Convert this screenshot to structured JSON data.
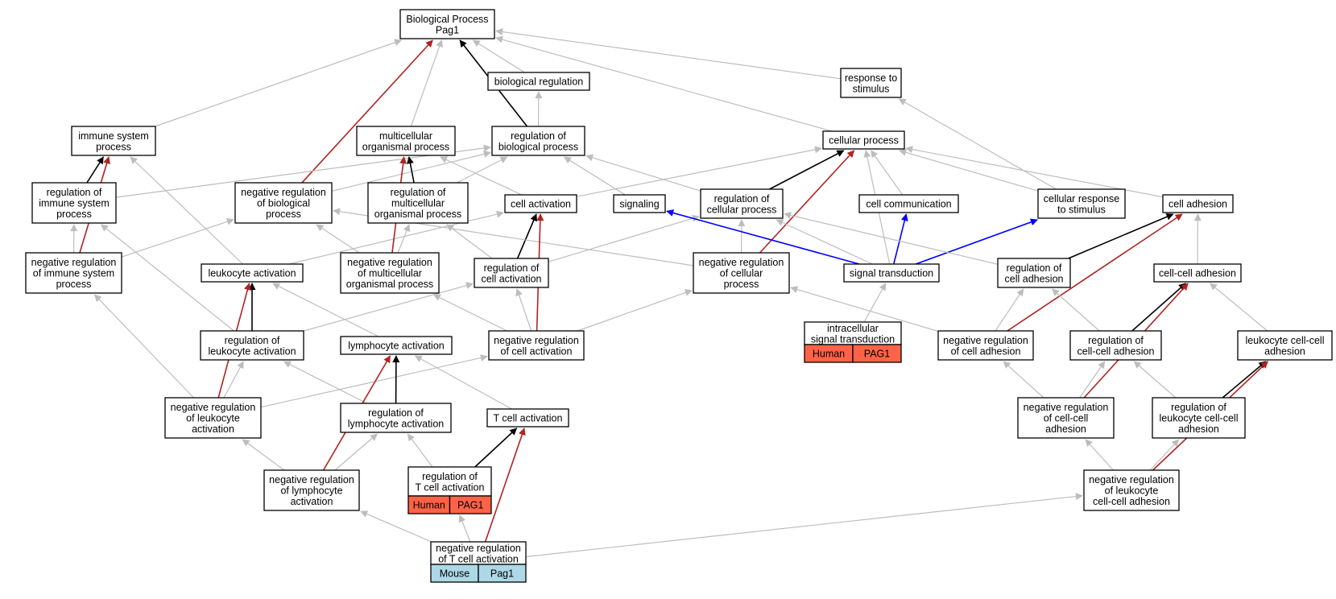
{
  "colors": {
    "default_edge": "#bdbdbd",
    "is_a_edge": "#000000",
    "negative_regulation_edge": "#b22222",
    "positive_link_edge": "#0000ff",
    "human_annotation": "#ff6347",
    "mouse_annotation": "#add8e6"
  },
  "nodes": [
    {
      "id": "bp",
      "lines": [
        "Biological Process",
        "Pag1"
      ]
    },
    {
      "id": "bioreg",
      "lines": [
        "biological regulation"
      ]
    },
    {
      "id": "resp",
      "lines": [
        "response to",
        "stimulus"
      ]
    },
    {
      "id": "immune",
      "lines": [
        "immune system",
        "process"
      ]
    },
    {
      "id": "multi",
      "lines": [
        "multicellular",
        "organismal process"
      ]
    },
    {
      "id": "regbio",
      "lines": [
        "regulation of",
        "biological process"
      ]
    },
    {
      "id": "cellproc",
      "lines": [
        "cellular process"
      ]
    },
    {
      "id": "regimm",
      "lines": [
        "regulation of",
        "immune system",
        "process"
      ]
    },
    {
      "id": "negbio",
      "lines": [
        "negative regulation",
        "of biological",
        "process"
      ]
    },
    {
      "id": "regmulti",
      "lines": [
        "regulation of",
        "multicellular",
        "organismal process"
      ]
    },
    {
      "id": "cellact",
      "lines": [
        "cell activation"
      ]
    },
    {
      "id": "signaling",
      "lines": [
        "signaling"
      ]
    },
    {
      "id": "regcell",
      "lines": [
        "regulation of",
        "cellular process"
      ]
    },
    {
      "id": "cellcomm",
      "lines": [
        "cell communication"
      ]
    },
    {
      "id": "cellresp",
      "lines": [
        "cellular response",
        "to stimulus"
      ]
    },
    {
      "id": "celladh",
      "lines": [
        "cell adhesion"
      ]
    },
    {
      "id": "negimm",
      "lines": [
        "negative regulation",
        "of immune system",
        "process"
      ]
    },
    {
      "id": "leuact",
      "lines": [
        "leukocyte activation"
      ]
    },
    {
      "id": "negmulti",
      "lines": [
        "negative regulation",
        "of multicellular",
        "organismal process"
      ]
    },
    {
      "id": "regcellact",
      "lines": [
        "regulation of",
        "cell activation"
      ]
    },
    {
      "id": "negcell",
      "lines": [
        "negative regulation",
        "of cellular",
        "process"
      ]
    },
    {
      "id": "sigtrans",
      "lines": [
        "signal transduction"
      ]
    },
    {
      "id": "regadh",
      "lines": [
        "regulation of",
        "cell adhesion"
      ]
    },
    {
      "id": "ccadh",
      "lines": [
        "cell-cell adhesion"
      ]
    },
    {
      "id": "regleu",
      "lines": [
        "regulation of",
        "leukocyte activation"
      ]
    },
    {
      "id": "lymact",
      "lines": [
        "lymphocyte activation"
      ]
    },
    {
      "id": "negcellact",
      "lines": [
        "negative regulation",
        "of cell activation"
      ]
    },
    {
      "id": "intra",
      "lines": [
        "intracellular",
        "signal transduction"
      ],
      "annotation": [
        "Human",
        "PAG1"
      ],
      "annotation_color": "human"
    },
    {
      "id": "negadh",
      "lines": [
        "negative regulation",
        "of cell adhesion"
      ]
    },
    {
      "id": "regccadh",
      "lines": [
        "regulation of",
        "cell-cell adhesion"
      ]
    },
    {
      "id": "leuccadh",
      "lines": [
        "leukocyte cell-cell",
        "adhesion"
      ]
    },
    {
      "id": "negleu",
      "lines": [
        "negative regulation",
        "of leukocyte",
        "activation"
      ]
    },
    {
      "id": "reglym",
      "lines": [
        "regulation of",
        "lymphocyte activation"
      ]
    },
    {
      "id": "tcellact",
      "lines": [
        "T cell activation"
      ]
    },
    {
      "id": "negccadh",
      "lines": [
        "negative regulation",
        "of cell-cell",
        "adhesion"
      ]
    },
    {
      "id": "regleuccadh",
      "lines": [
        "regulation of",
        "leukocyte cell-cell",
        "adhesion"
      ]
    },
    {
      "id": "neglym",
      "lines": [
        "negative regulation",
        "of lymphocyte",
        "activation"
      ]
    },
    {
      "id": "regtcell",
      "lines": [
        "regulation of",
        "T cell activation"
      ],
      "annotation": [
        "Human",
        "PAG1"
      ],
      "annotation_color": "human"
    },
    {
      "id": "negleuccadh",
      "lines": [
        "negative regulation",
        "of leukocyte",
        "cell-cell adhesion"
      ]
    },
    {
      "id": "negtcell",
      "lines": [
        "negative regulation",
        "of T cell activation"
      ],
      "annotation": [
        "Mouse",
        "Pag1"
      ],
      "annotation_color": "mouse"
    }
  ],
  "edges": [
    {
      "from": "bioreg",
      "to": "bp",
      "kind": "default"
    },
    {
      "from": "resp",
      "to": "bp",
      "kind": "default"
    },
    {
      "from": "immune",
      "to": "bp",
      "kind": "default"
    },
    {
      "from": "multi",
      "to": "bp",
      "kind": "default"
    },
    {
      "from": "regbio",
      "to": "bp",
      "kind": "is_a"
    },
    {
      "from": "regbio",
      "to": "bioreg",
      "kind": "default"
    },
    {
      "from": "cellproc",
      "to": "bp",
      "kind": "default"
    },
    {
      "from": "negbio",
      "to": "bp",
      "kind": "negative_regulation"
    },
    {
      "from": "regimm",
      "to": "immune",
      "kind": "is_a"
    },
    {
      "from": "regimm",
      "to": "regbio",
      "kind": "default"
    },
    {
      "from": "negbio",
      "to": "regbio",
      "kind": "default"
    },
    {
      "from": "regmulti",
      "to": "multi",
      "kind": "is_a"
    },
    {
      "from": "regmulti",
      "to": "regbio",
      "kind": "default"
    },
    {
      "from": "cellact",
      "to": "multi",
      "kind": "default"
    },
    {
      "from": "cellact",
      "to": "cellproc",
      "kind": "default"
    },
    {
      "from": "signaling",
      "to": "regbio",
      "kind": "default"
    },
    {
      "from": "regcell",
      "to": "regbio",
      "kind": "default"
    },
    {
      "from": "regcell",
      "to": "cellproc",
      "kind": "is_a"
    },
    {
      "from": "cellcomm",
      "to": "cellproc",
      "kind": "default"
    },
    {
      "from": "cellresp",
      "to": "cellproc",
      "kind": "default"
    },
    {
      "from": "cellresp",
      "to": "resp",
      "kind": "default"
    },
    {
      "from": "celladh",
      "to": "cellproc",
      "kind": "default"
    },
    {
      "from": "negimm",
      "to": "immune",
      "kind": "negative_regulation"
    },
    {
      "from": "negimm",
      "to": "regimm",
      "kind": "default"
    },
    {
      "from": "negimm",
      "to": "negbio",
      "kind": "default"
    },
    {
      "from": "leuact",
      "to": "immune",
      "kind": "default"
    },
    {
      "from": "leuact",
      "to": "cellact",
      "kind": "default"
    },
    {
      "from": "negmulti",
      "to": "multi",
      "kind": "negative_regulation"
    },
    {
      "from": "negmulti",
      "to": "negbio",
      "kind": "default"
    },
    {
      "from": "negmulti",
      "to": "regmulti",
      "kind": "default"
    },
    {
      "from": "regcellact",
      "to": "cellact",
      "kind": "is_a"
    },
    {
      "from": "regcellact",
      "to": "regmulti",
      "kind": "default"
    },
    {
      "from": "regcellact",
      "to": "regcell",
      "kind": "default"
    },
    {
      "from": "negcell",
      "to": "cellproc",
      "kind": "negative_regulation"
    },
    {
      "from": "negcell",
      "to": "regcell",
      "kind": "default"
    },
    {
      "from": "negcell",
      "to": "negbio",
      "kind": "default"
    },
    {
      "from": "sigtrans",
      "to": "signaling",
      "kind": "positive_link"
    },
    {
      "from": "sigtrans",
      "to": "cellcomm",
      "kind": "positive_link"
    },
    {
      "from": "sigtrans",
      "to": "cellresp",
      "kind": "positive_link"
    },
    {
      "from": "sigtrans",
      "to": "regcell",
      "kind": "default"
    },
    {
      "from": "sigtrans",
      "to": "cellproc",
      "kind": "default"
    },
    {
      "from": "regadh",
      "to": "celladh",
      "kind": "is_a"
    },
    {
      "from": "regadh",
      "to": "regcell",
      "kind": "default"
    },
    {
      "from": "ccadh",
      "to": "celladh",
      "kind": "default"
    },
    {
      "from": "regleu",
      "to": "leuact",
      "kind": "is_a"
    },
    {
      "from": "regleu",
      "to": "regimm",
      "kind": "default"
    },
    {
      "from": "regleu",
      "to": "regcellact",
      "kind": "default"
    },
    {
      "from": "lymact",
      "to": "leuact",
      "kind": "default"
    },
    {
      "from": "negcellact",
      "to": "cellact",
      "kind": "negative_regulation"
    },
    {
      "from": "negcellact",
      "to": "regcellact",
      "kind": "default"
    },
    {
      "from": "negcellact",
      "to": "negmulti",
      "kind": "default"
    },
    {
      "from": "negcellact",
      "to": "negcell",
      "kind": "default"
    },
    {
      "from": "intra",
      "to": "sigtrans",
      "kind": "default"
    },
    {
      "from": "negadh",
      "to": "celladh",
      "kind": "negative_regulation"
    },
    {
      "from": "negadh",
      "to": "regadh",
      "kind": "default"
    },
    {
      "from": "negadh",
      "to": "negcell",
      "kind": "default"
    },
    {
      "from": "regccadh",
      "to": "ccadh",
      "kind": "is_a"
    },
    {
      "from": "regccadh",
      "to": "regadh",
      "kind": "default"
    },
    {
      "from": "leuccadh",
      "to": "ccadh",
      "kind": "default"
    },
    {
      "from": "negleu",
      "to": "leuact",
      "kind": "negative_regulation"
    },
    {
      "from": "negleu",
      "to": "regleu",
      "kind": "default"
    },
    {
      "from": "negleu",
      "to": "negimm",
      "kind": "default"
    },
    {
      "from": "negleu",
      "to": "negcellact",
      "kind": "default"
    },
    {
      "from": "reglym",
      "to": "lymact",
      "kind": "is_a"
    },
    {
      "from": "reglym",
      "to": "regleu",
      "kind": "default"
    },
    {
      "from": "tcellact",
      "to": "lymact",
      "kind": "default"
    },
    {
      "from": "negccadh",
      "to": "ccadh",
      "kind": "negative_regulation"
    },
    {
      "from": "negccadh",
      "to": "regccadh",
      "kind": "default"
    },
    {
      "from": "negccadh",
      "to": "negadh",
      "kind": "default"
    },
    {
      "from": "regleuccadh",
      "to": "leuccadh",
      "kind": "is_a"
    },
    {
      "from": "regleuccadh",
      "to": "regccadh",
      "kind": "default"
    },
    {
      "from": "neglym",
      "to": "lymact",
      "kind": "negative_regulation"
    },
    {
      "from": "neglym",
      "to": "reglym",
      "kind": "default"
    },
    {
      "from": "neglym",
      "to": "negleu",
      "kind": "default"
    },
    {
      "from": "regtcell",
      "to": "tcellact",
      "kind": "is_a"
    },
    {
      "from": "regtcell",
      "to": "reglym",
      "kind": "default"
    },
    {
      "from": "negleuccadh",
      "to": "leuccadh",
      "kind": "negative_regulation"
    },
    {
      "from": "negleuccadh",
      "to": "regleuccadh",
      "kind": "default"
    },
    {
      "from": "negleuccadh",
      "to": "negccadh",
      "kind": "default"
    },
    {
      "from": "negtcell",
      "to": "tcellact",
      "kind": "negative_regulation"
    },
    {
      "from": "negtcell",
      "to": "regtcell",
      "kind": "default"
    },
    {
      "from": "negtcell",
      "to": "neglym",
      "kind": "default"
    },
    {
      "from": "negtcell",
      "to": "negleuccadh",
      "kind": "default"
    }
  ]
}
